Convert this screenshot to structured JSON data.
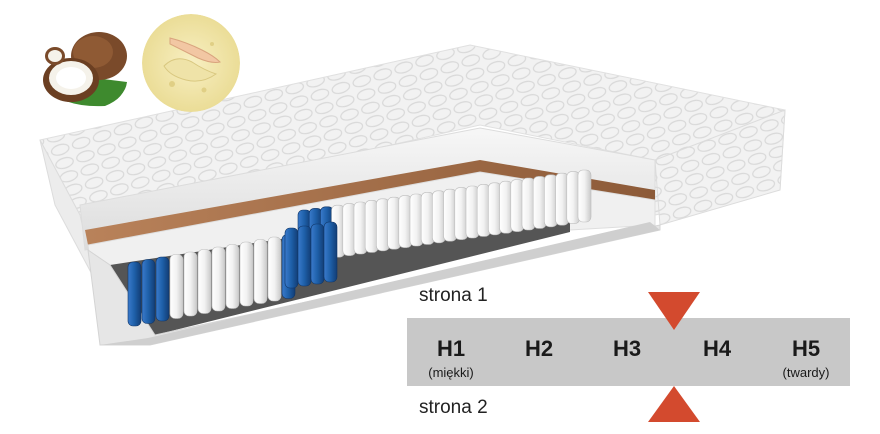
{
  "labels": {
    "side_1": "strona 1",
    "side_2": "strona 2"
  },
  "firmness_scale": [
    {
      "code": "H1",
      "note": "(miękki)"
    },
    {
      "code": "H2",
      "note": ""
    },
    {
      "code": "H3",
      "note": ""
    },
    {
      "code": "H4",
      "note": ""
    },
    {
      "code": "H5",
      "note": "(twardy)"
    }
  ],
  "markers": {
    "color": "#d34a2e",
    "between": [
      "H3",
      "H4"
    ]
  },
  "icons": [
    "coconut-icon",
    "memory-foam-icon"
  ],
  "colors": {
    "scale_bar": "#c8c8c8",
    "spring_blue": "#1e5fa8",
    "coir_layer": "#9a6a48"
  }
}
